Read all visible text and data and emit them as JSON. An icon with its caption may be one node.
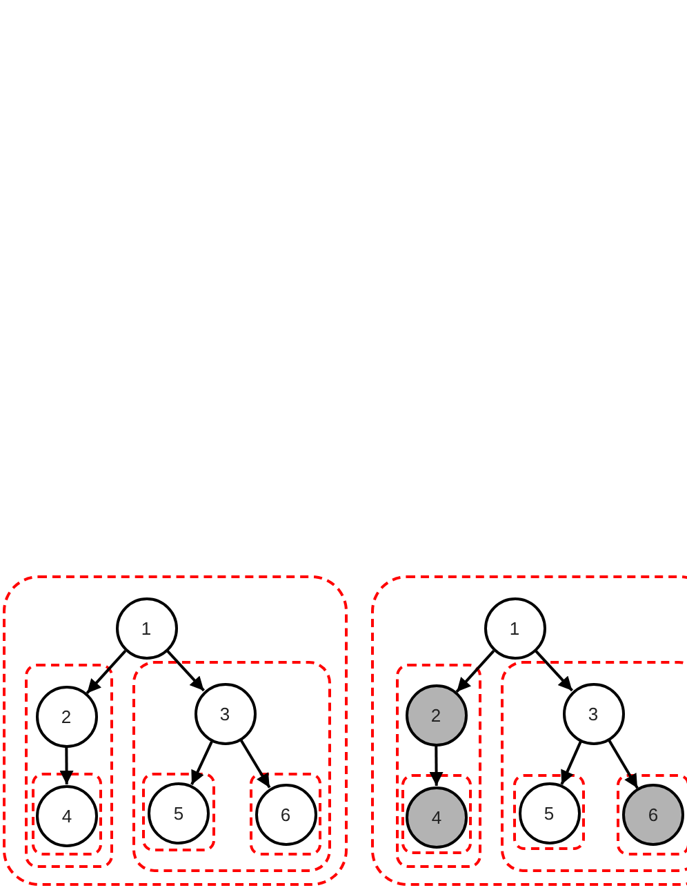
{
  "diagram": {
    "nodes": [
      {
        "text": [],
        "shape": "box"
      },
      {
        "text": [
          "1"
        ],
        "in": 0
      },
      {
        "text": [],
        "shape": "box",
        "in": 0
      },
      {
        "text": [
          "2"
        ],
        "in": 2
      },
      {
        "text": [],
        "shape": "box",
        "in": 2
      },
      {
        "text": [
          "4"
        ],
        "in": 4
      },
      {
        "text": [],
        "shape": "box",
        "in": 0
      },
      {
        "text": [
          "3"
        ],
        "in": 6
      },
      {
        "text": [],
        "shape": "box",
        "in": 6
      },
      {
        "text": [
          "5"
        ],
        "in": 8
      },
      {
        "text": [],
        "shape": "box",
        "in": 6
      },
      {
        "text": [
          "6"
        ],
        "in": 10
      },
      {
        "text": [],
        "shape": "box"
      },
      {
        "text": [
          "1"
        ],
        "in": 12
      },
      {
        "text": [],
        "shape": "box",
        "in": 12
      },
      {
        "text": [
          "2"
        ],
        "in": 14
      },
      {
        "text": [],
        "shape": "box",
        "in": 14
      },
      {
        "text": [
          "4"
        ],
        "in": 16
      },
      {
        "text": [],
        "shape": "box",
        "in": 12
      },
      {
        "text": [
          "3"
        ],
        "in": 18
      },
      {
        "text": [],
        "shape": "box",
        "in": 18
      },
      {
        "text": [
          "5"
        ],
        "in": 20
      },
      {
        "text": [],
        "shape": "box",
        "in": 18
      },
      {
        "text": [
          "6"
        ],
        "in": 22
      }
    ],
    "edges": [
      {
        "from": 1,
        "to": 3,
        "arrow": "to"
      },
      {
        "from": 3,
        "to": 5,
        "arrow": "to"
      },
      {
        "from": 1,
        "to": 7,
        "arrow": "to"
      },
      {
        "from": 7,
        "to": 9,
        "arrow": "to"
      },
      {
        "from": 7,
        "to": 11,
        "arrow": "to"
      },
      {
        "from": 13,
        "to": 15,
        "arrow": "to"
      },
      {
        "from": 15,
        "to": 17,
        "arrow": "to"
      },
      {
        "from": 13,
        "to": 19,
        "arrow": "to"
      },
      {
        "from": 19,
        "to": 21,
        "arrow": "to"
      },
      {
        "from": 19,
        "to": 23,
        "arrow": "to"
      }
    ]
  }
}
